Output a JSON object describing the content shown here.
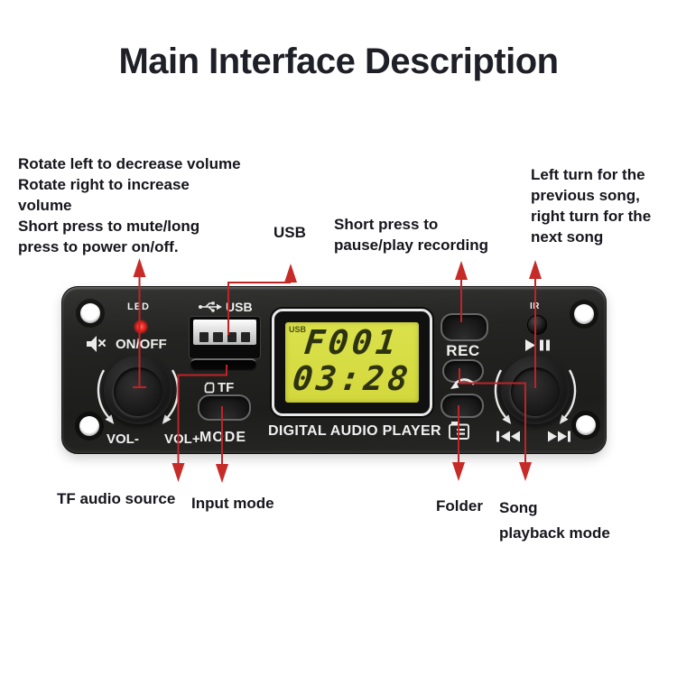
{
  "page": {
    "title": "Main Interface Description"
  },
  "annotations": {
    "volume_knob": {
      "lines": [
        "Rotate left to decrease volume",
        "Rotate right to increase",
        "volume",
        "Short press to mute/long",
        "press to power on/off."
      ]
    },
    "usb_label": "USB",
    "rec_note": {
      "lines": [
        "Short press to",
        "pause/play recording"
      ]
    },
    "track_knob": {
      "lines": [
        "Left turn for the",
        "previous song,",
        "right turn for the",
        "next song"
      ]
    },
    "tf_source": "TF audio source",
    "input_mode": "Input mode",
    "folder": "Folder",
    "song_playback": {
      "lines": [
        "Song",
        "playback mode"
      ]
    }
  },
  "device": {
    "led_label": "LED",
    "power_label": "ON/OFF",
    "vol_minus_label": "VOL-",
    "vol_plus_label": "VOL+",
    "usb_port_label": "USB",
    "tf_slot_label": "TF",
    "mode_label": "MODE",
    "rec_label": "REC",
    "ir_label": "IR",
    "brand_label": "DIGITAL AUDIO PLAYER",
    "lcd": {
      "source_indicator": "USB",
      "top_line": "F001",
      "bottom_line": "03:28"
    }
  },
  "colors": {
    "arrow_red": "#c2272d",
    "lcd_background": "#d7dd42",
    "device_body": "#1f1f1f",
    "led_red": "#e11d17",
    "text_dark": "#15151c"
  }
}
